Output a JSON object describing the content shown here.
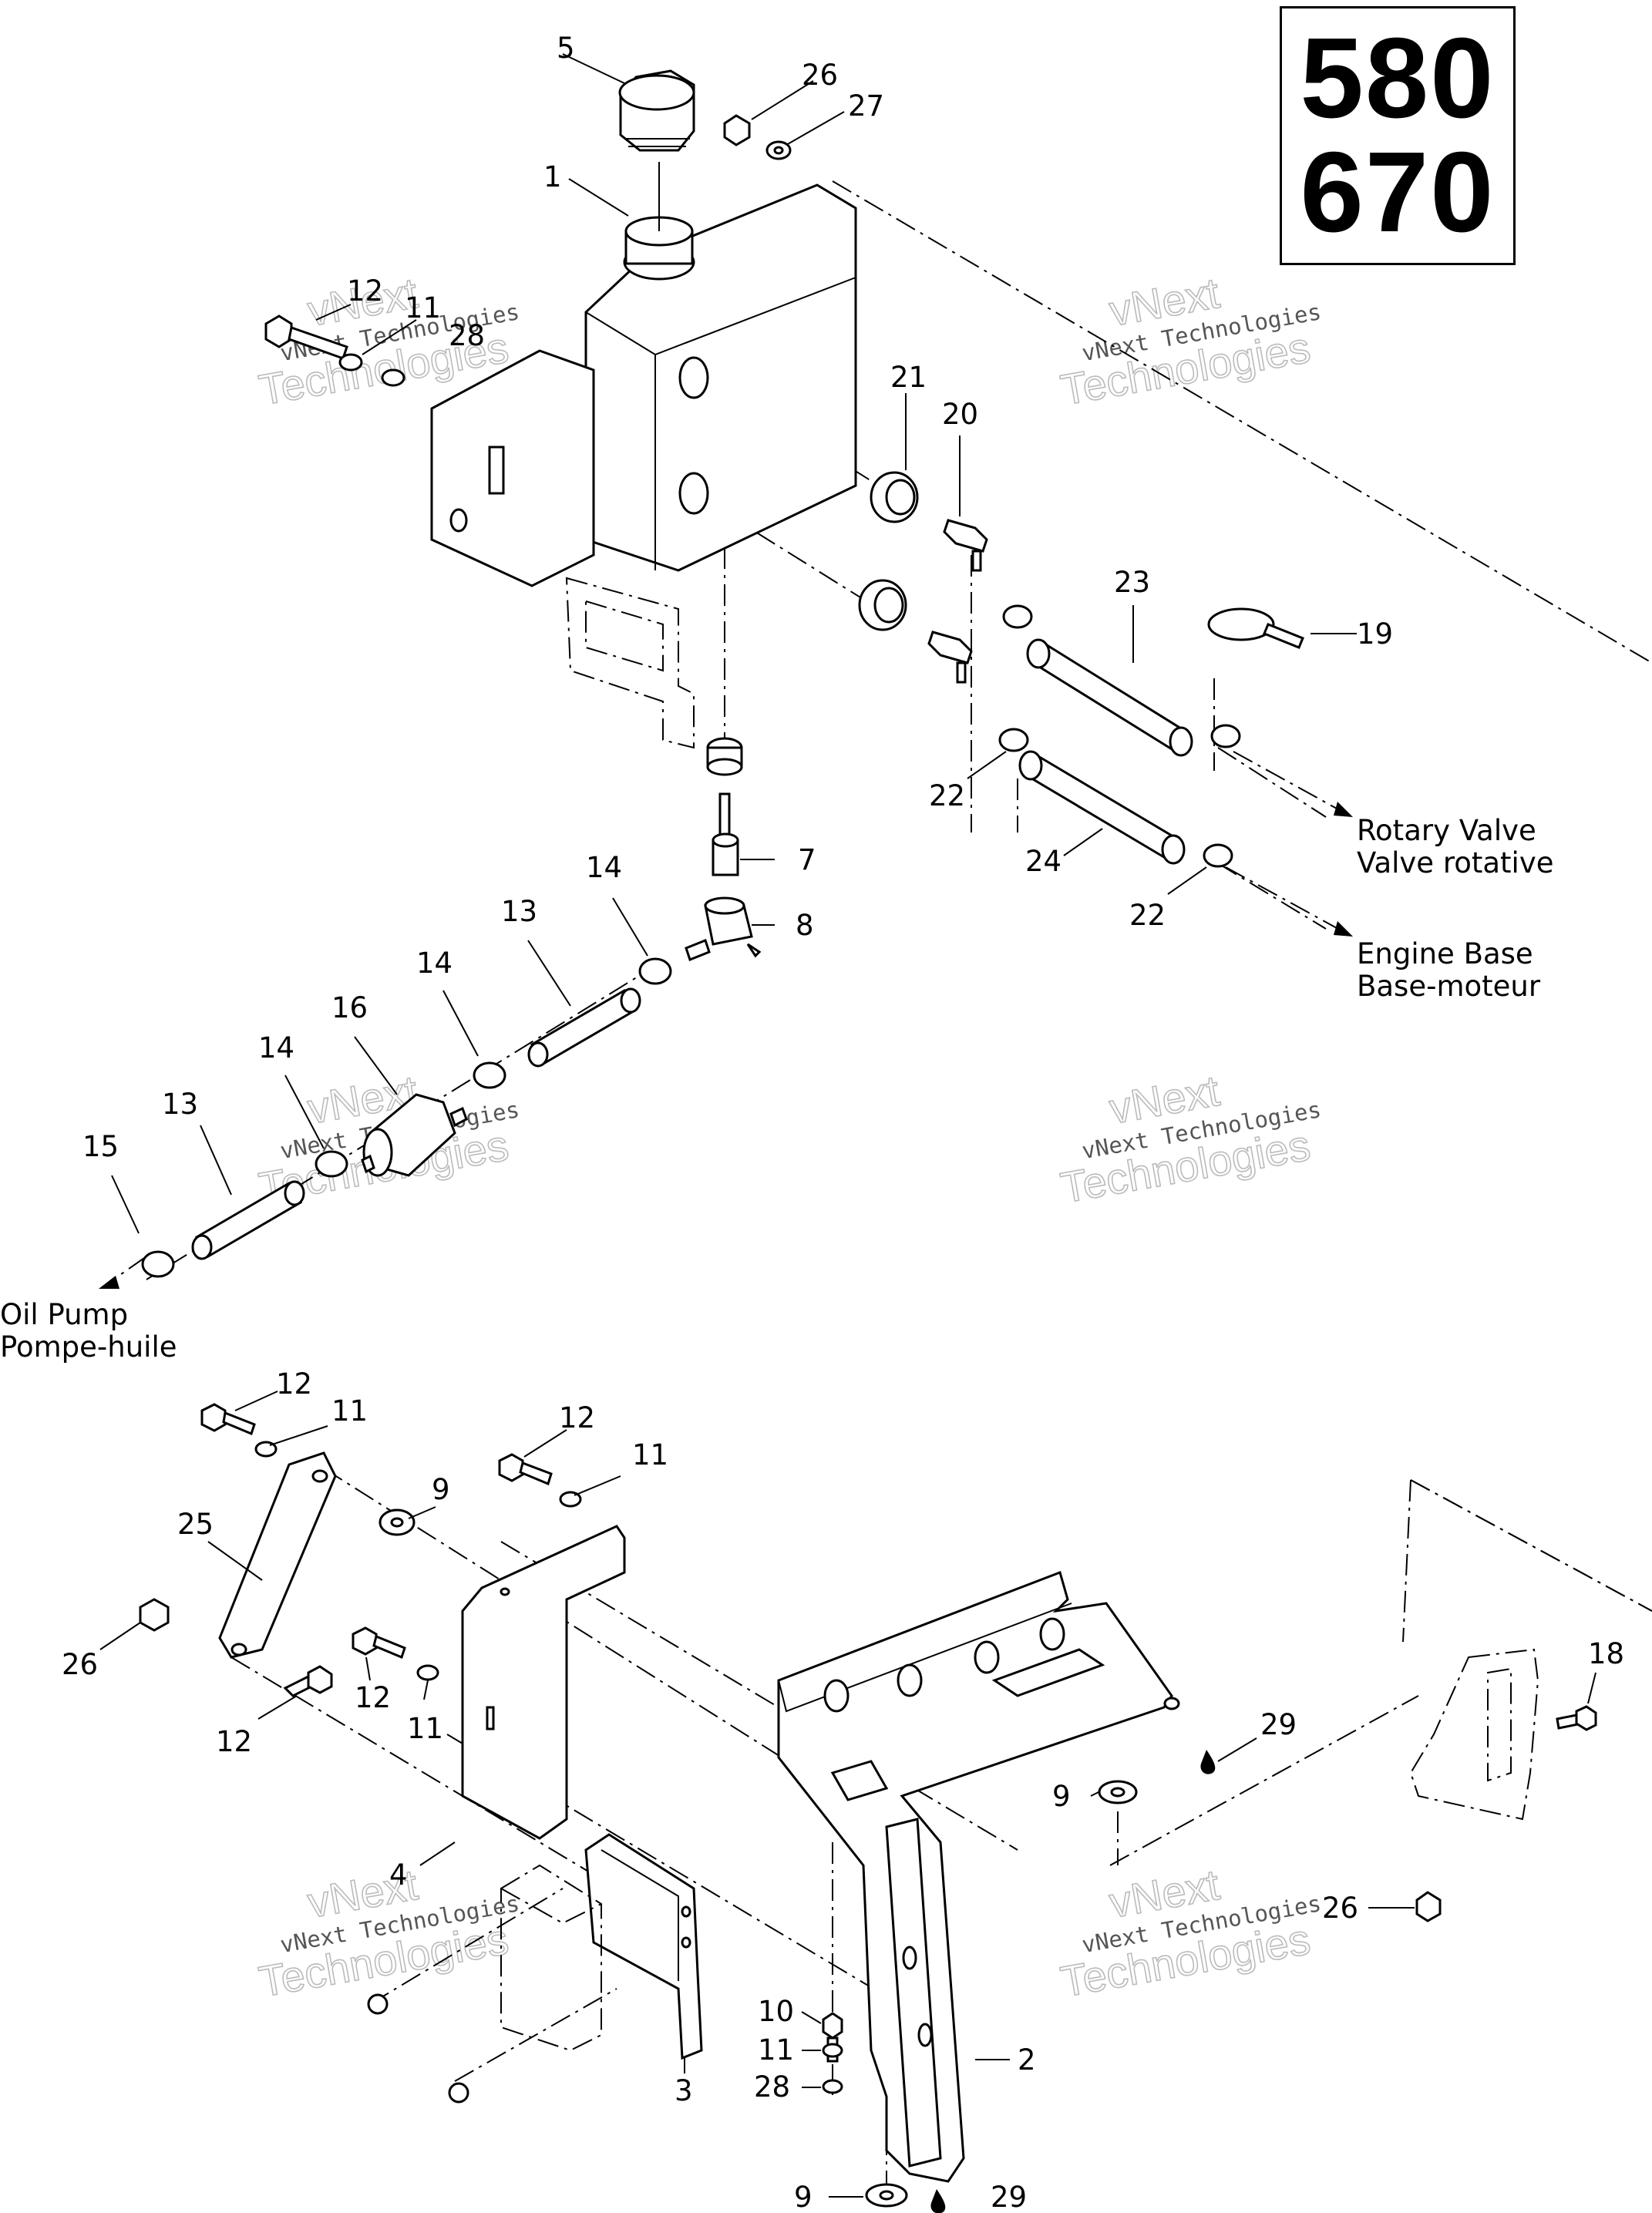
{
  "models": [
    "580",
    "670"
  ],
  "callouts": [
    {
      "id": "c5a",
      "text": "5"
    },
    {
      "id": "c26a",
      "text": "26"
    },
    {
      "id": "c27",
      "text": "27"
    },
    {
      "id": "c1",
      "text": "1"
    },
    {
      "id": "c12a",
      "text": "12"
    },
    {
      "id": "c11a",
      "text": "11"
    },
    {
      "id": "c28a",
      "text": "28"
    },
    {
      "id": "c21",
      "text": "21"
    },
    {
      "id": "c20",
      "text": "20"
    },
    {
      "id": "c23",
      "text": "23"
    },
    {
      "id": "c19",
      "text": "19"
    },
    {
      "id": "c22a",
      "text": "22"
    },
    {
      "id": "c24",
      "text": "24"
    },
    {
      "id": "c22b",
      "text": "22"
    },
    {
      "id": "c7",
      "text": "7"
    },
    {
      "id": "c8",
      "text": "8"
    },
    {
      "id": "c14a",
      "text": "14"
    },
    {
      "id": "c13a",
      "text": "13"
    },
    {
      "id": "c14b",
      "text": "14"
    },
    {
      "id": "c16",
      "text": "16"
    },
    {
      "id": "c14c",
      "text": "14"
    },
    {
      "id": "c13b",
      "text": "13"
    },
    {
      "id": "c15",
      "text": "15"
    },
    {
      "id": "c12b",
      "text": "12"
    },
    {
      "id": "c11b",
      "text": "11"
    },
    {
      "id": "c12c",
      "text": "12"
    },
    {
      "id": "c11c",
      "text": "11"
    },
    {
      "id": "c9a",
      "text": "9"
    },
    {
      "id": "c25",
      "text": "25"
    },
    {
      "id": "c26b",
      "text": "26"
    },
    {
      "id": "c12d",
      "text": "12"
    },
    {
      "id": "c11d",
      "text": "11"
    },
    {
      "id": "c12e",
      "text": "12"
    },
    {
      "id": "c29a",
      "text": "29"
    },
    {
      "id": "c9b",
      "text": "9"
    },
    {
      "id": "c18",
      "text": "18"
    },
    {
      "id": "c4",
      "text": "4"
    },
    {
      "id": "c26c",
      "text": "26"
    },
    {
      "id": "c10",
      "text": "10"
    },
    {
      "id": "c11e",
      "text": "11"
    },
    {
      "id": "c28b",
      "text": "28"
    },
    {
      "id": "c2",
      "text": "2"
    },
    {
      "id": "c3",
      "text": "3"
    },
    {
      "id": "c9c",
      "text": "9"
    },
    {
      "id": "c29b",
      "text": "29"
    }
  ],
  "destinations": {
    "rotary_valve": [
      "Rotary Valve",
      "Valve rotative"
    ],
    "engine_base": [
      "Engine Base",
      "Base-moteur"
    ],
    "oil_pump": [
      "Oil Pump",
      "Pompe-huile"
    ]
  },
  "watermark": {
    "line1": "vNext Technologies",
    "line2a": "vNext",
    "line2b": "Technologies"
  }
}
